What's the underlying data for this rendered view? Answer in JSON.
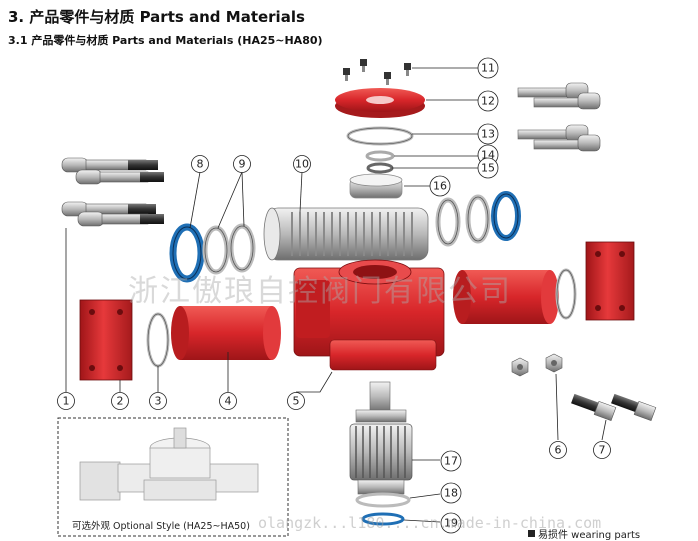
{
  "header": {
    "title": "3. 产品零件与材质 Parts and Materials",
    "subtitle": "3.1 产品零件与材质 Parts and Materials (HA25~HA80)"
  },
  "watermark": {
    "company": "浙江傲琅自控阀门有限公司",
    "site": "olangzk...l180....cn.made-in-china.com"
  },
  "optional_style": {
    "label": "可选外观 Optional Style (HA25~HA50)"
  },
  "legend": {
    "wearing_parts": "易损件 wearing parts"
  },
  "callouts": [
    "1",
    "2",
    "3",
    "4",
    "5",
    "6",
    "7",
    "8",
    "9",
    "10",
    "11",
    "12",
    "13",
    "14",
    "15",
    "16",
    "17",
    "18",
    "19"
  ],
  "colors": {
    "body_red": "#d8262a",
    "seal_blue": "#1f6fb5",
    "metal_gray": "#b9b9b9"
  }
}
